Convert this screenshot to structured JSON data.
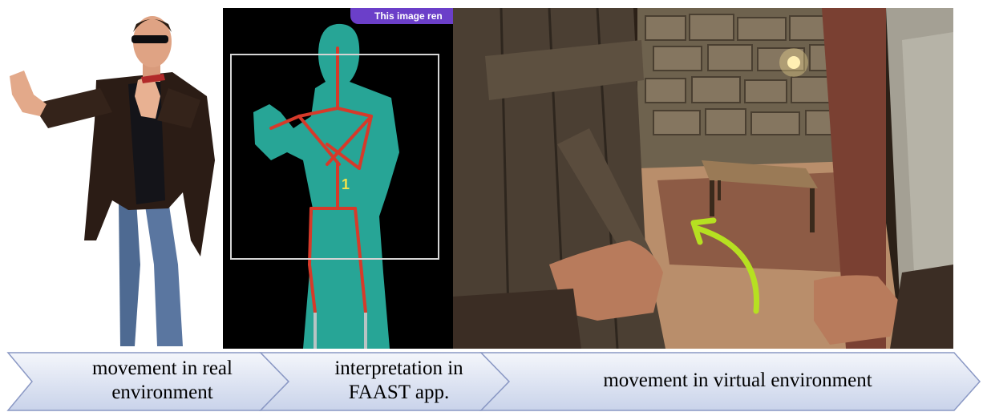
{
  "panels": {
    "depth_view": {
      "banner_text": "This image ren",
      "tracked_user_id": "1"
    }
  },
  "flow_steps": [
    {
      "label": "movement in real\nenvironment"
    },
    {
      "label": "interpretation in\nFAAST app."
    },
    {
      "label": "movement in virtual environment"
    }
  ],
  "colors": {
    "arrow_fill_top": "#f4f6fb",
    "arrow_fill_bottom": "#c9d3ea",
    "arrow_stroke": "#8a98c4",
    "depth_silhouette": "#27a596",
    "skeleton": "#d63a2a",
    "direction_arrow": "#b6e021"
  }
}
